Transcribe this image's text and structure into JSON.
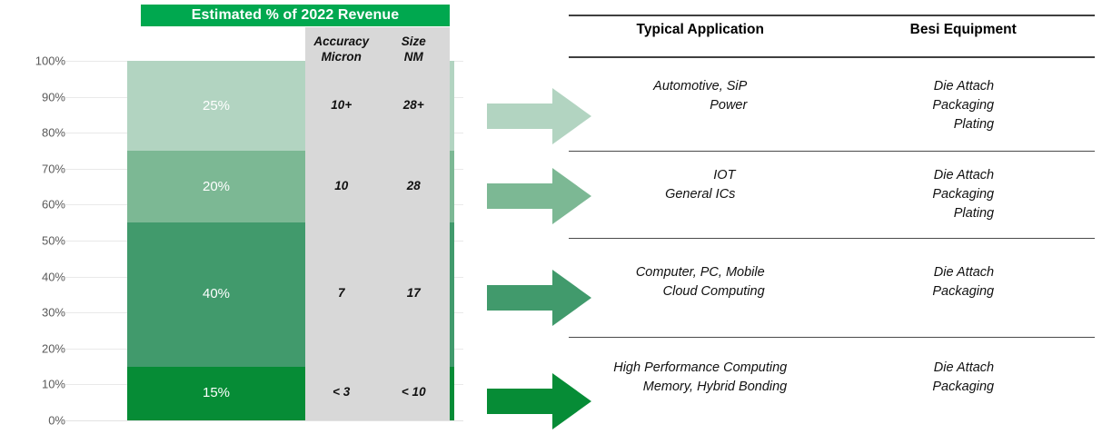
{
  "chart_data": {
    "type": "bar",
    "title": "Estimated % of 2022 Revenue",
    "xlabel": "",
    "ylabel": "",
    "ylim": [
      0,
      100
    ],
    "grid": true,
    "legend": "none",
    "categories": [
      "2022 Revenue"
    ],
    "stacked": true,
    "tick_labels": [
      "100%",
      "90%",
      "80%",
      "70%",
      "60%",
      "50%",
      "40%",
      "30%",
      "20%",
      "10%",
      "0%"
    ],
    "segments": [
      {
        "label": "25%",
        "value": 25,
        "range": [
          75,
          100
        ],
        "color": "#b2d4c1",
        "accuracy_micron": "10+",
        "size_nm": "28+",
        "typical_application": "Automotive, SiP\nPower",
        "besi_equipment": "Die Attach\nPackaging\nPlating"
      },
      {
        "label": "20%",
        "value": 20,
        "range": [
          55,
          75
        ],
        "color": "#7cb894",
        "accuracy_micron": "10",
        "size_nm": "28",
        "typical_application": "IOT\nGeneral ICs",
        "besi_equipment": "Die Attach\nPackaging\nPlating"
      },
      {
        "label": "40%",
        "value": 40,
        "range": [
          15,
          55
        ],
        "color": "#419a6c",
        "accuracy_micron": "7",
        "size_nm": "17",
        "typical_application": "Computer, PC, Mobile\nCloud Computing",
        "besi_equipment": "Die Attach\nPackaging"
      },
      {
        "label": "15%",
        "value": 15,
        "range": [
          0,
          15
        ],
        "color": "#068c36",
        "accuracy_micron": "< 3",
        "size_nm": "< 10",
        "typical_application": "High Performance Computing\nMemory, Hybrid Bonding",
        "besi_equipment": "Die Attach\nPackaging"
      }
    ]
  },
  "spec_panel": {
    "columns": [
      {
        "line1": "Accuracy",
        "line2": "Micron"
      },
      {
        "line1": "Size",
        "line2": "NM"
      }
    ],
    "rows": [
      {
        "accuracy": "10+",
        "size": "28+"
      },
      {
        "accuracy": "10",
        "size": "28"
      },
      {
        "accuracy": "7",
        "size": "17"
      },
      {
        "accuracy": "< 3",
        "size": "< 10"
      }
    ]
  },
  "arrows": [
    {
      "name": "arrow-tier-1",
      "color": "#b2d4c1"
    },
    {
      "name": "arrow-tier-2",
      "color": "#7cb894"
    },
    {
      "name": "arrow-tier-3",
      "color": "#419a6c"
    },
    {
      "name": "arrow-tier-4",
      "color": "#068c36"
    }
  ],
  "table": {
    "headers": [
      "Typical Application",
      "Besi Equipment"
    ],
    "rows": [
      {
        "application_lines": [
          "Automotive, SiP",
          "Power"
        ],
        "equipment_lines": [
          "Die Attach",
          "Packaging",
          "Plating"
        ]
      },
      {
        "application_lines": [
          "IOT",
          "General ICs"
        ],
        "equipment_lines": [
          "Die Attach",
          "Packaging",
          "Plating"
        ]
      },
      {
        "application_lines": [
          "Computer, PC, Mobile",
          "Cloud Computing"
        ],
        "equipment_lines": [
          "Die Attach",
          "Packaging"
        ]
      },
      {
        "application_lines": [
          "High Performance Computing",
          "Memory, Hybrid Bonding"
        ],
        "equipment_lines": [
          "Die Attach",
          "Packaging"
        ]
      }
    ]
  },
  "colors": {
    "banner_green": "#00a84f",
    "tier1": "#b2d4c1",
    "tier2": "#7cb894",
    "tier3": "#419a6c",
    "tier4": "#068c36",
    "spec_panel_gray": "#d8d8d8",
    "gridline": "#e9e9e9",
    "rule": "#3f3f3f"
  }
}
